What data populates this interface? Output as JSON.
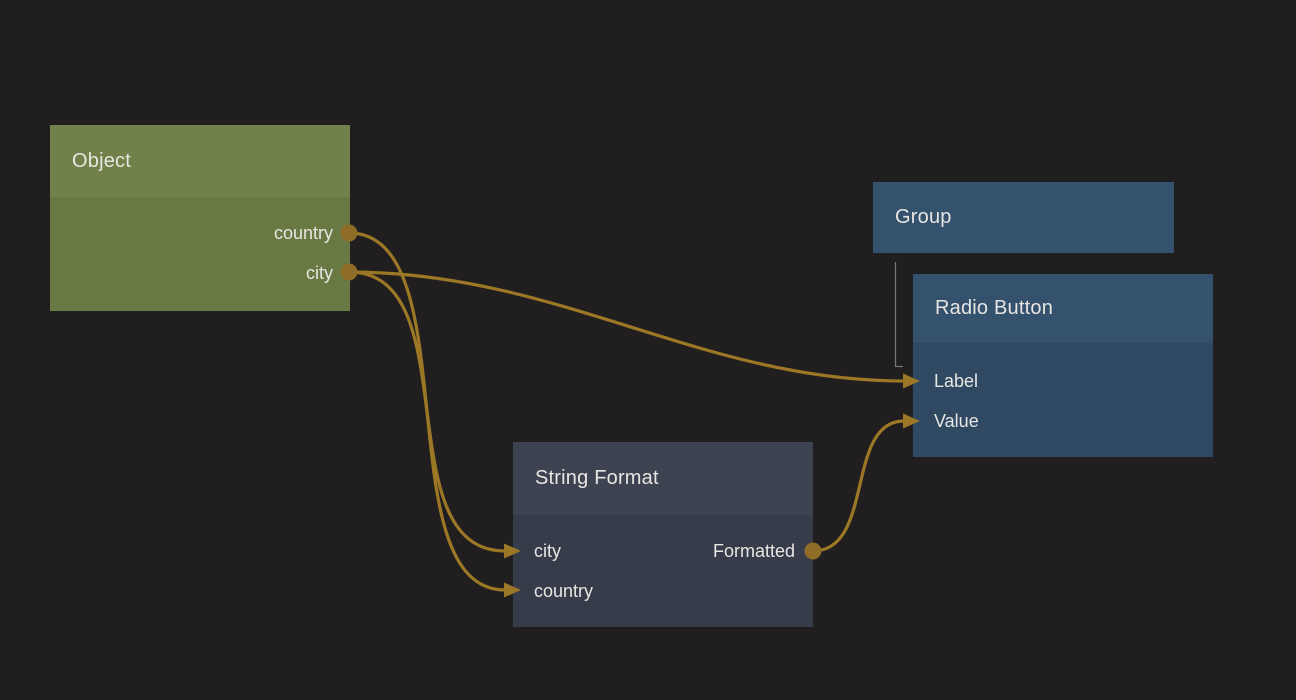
{
  "palette": {
    "background": "#201e1f",
    "wire": "#9c7826",
    "port_dot": "#8d6d27",
    "hierarchy_line": "#9a9a9a",
    "text": "#e8e6e2",
    "object_header": "#71814a",
    "object_body": "#697943",
    "blue_header": "#34516d",
    "blue_body": "#2f4962",
    "slate_header": "#3e4352",
    "slate_body": "#373c4a"
  },
  "nodes": {
    "object": {
      "title": "Object",
      "outputs": [
        "country",
        "city"
      ]
    },
    "group": {
      "title": "Group"
    },
    "radio_button": {
      "title": "Radio Button",
      "inputs": [
        "Label",
        "Value"
      ]
    },
    "string_format": {
      "title": "String Format",
      "inputs": [
        "city",
        "country"
      ],
      "outputs": [
        "Formatted"
      ]
    }
  },
  "connections": [
    {
      "from": "Object.city",
      "to": "Radio Button.Label"
    },
    {
      "from": "Object.city",
      "to": "String Format.city"
    },
    {
      "from": "Object.country",
      "to": "String Format.country"
    },
    {
      "from": "String Format.Formatted",
      "to": "Radio Button.Value"
    }
  ],
  "hierarchy": [
    {
      "parent": "Group",
      "child": "Radio Button"
    }
  ]
}
